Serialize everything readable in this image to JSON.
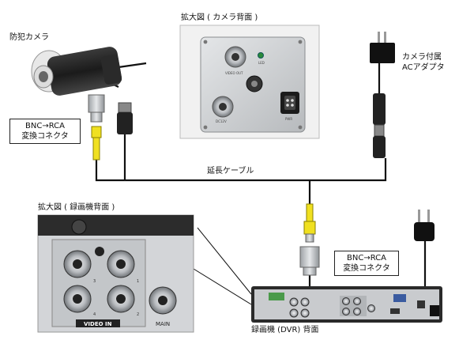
{
  "labels": {
    "security_camera": "防犯カメラ",
    "camera_back_zoom": "拡大図 ( カメラ背面 )",
    "camera_adapter_line1": "カメラ付属",
    "camera_adapter_line2": "ACアダプタ",
    "bnc_rca_top_line1": "BNC→RCA",
    "bnc_rca_top_line2": "変換コネクタ",
    "extension_cable": "延長ケーブル",
    "recorder_back_zoom": "拡大図 ( 録画機背面 )",
    "bnc_rca_bottom_line1": "BNC→RCA",
    "bnc_rca_bottom_line2": "変換コネクタ",
    "dvr_back": "録画機 (DVR) 背面"
  },
  "camera_back_panel": {
    "video_out": "VIDEO OUT",
    "led": "LED",
    "dc12v": "DC12V",
    "pwr": "PWR"
  },
  "recorder_back_panel": {
    "video_in": "VIDEO IN",
    "main": "MAIN",
    "ch_labels": [
      "3",
      "1",
      "4",
      "2"
    ]
  },
  "colors": {
    "cable": "#111111",
    "rca_yellow": "#f0e020",
    "metal": "#b9bcc0",
    "panel": "#c9cbce"
  }
}
